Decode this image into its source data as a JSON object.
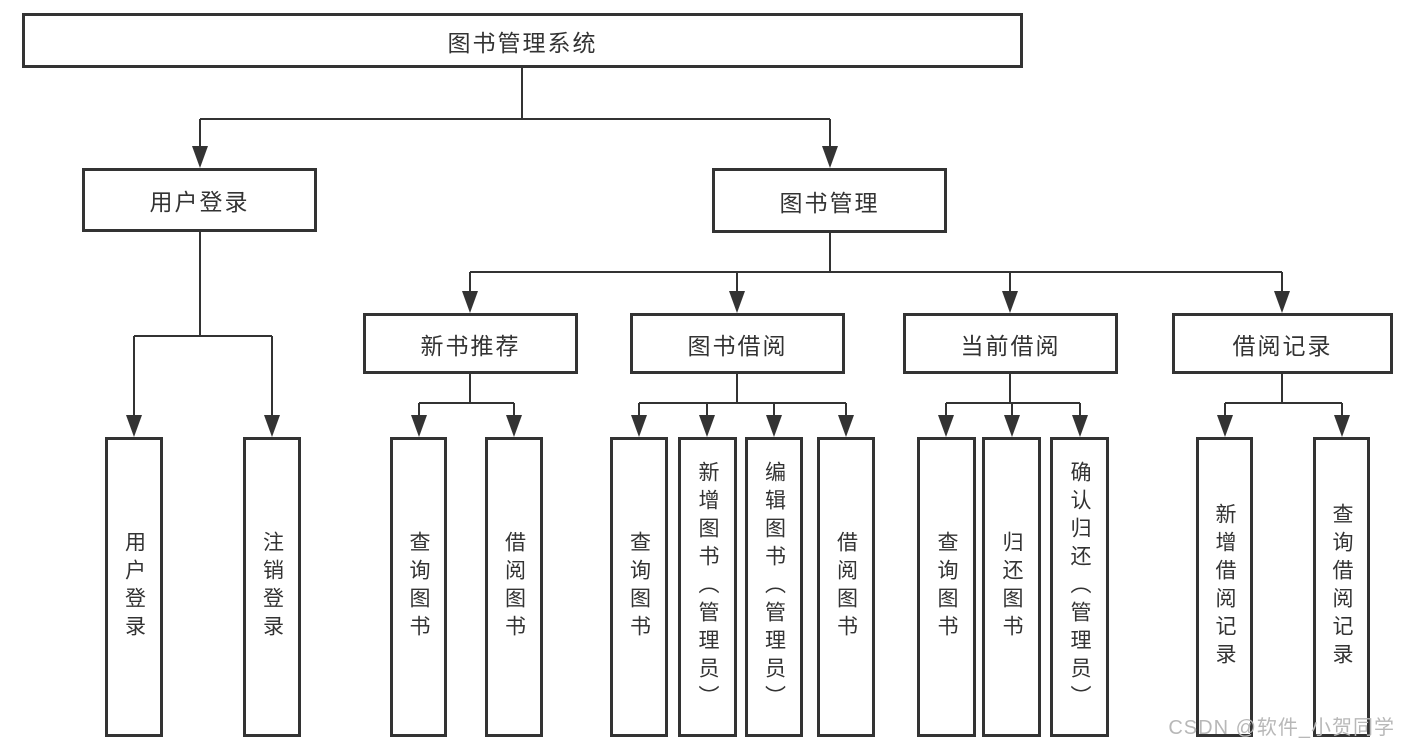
{
  "diagram": {
    "title": "图书管理系统",
    "root": {
      "label": "图书管理系统"
    },
    "level2": [
      {
        "label": "用户登录"
      },
      {
        "label": "图书管理"
      }
    ],
    "level3": [
      {
        "label": "新书推荐"
      },
      {
        "label": "图书借阅"
      },
      {
        "label": "当前借阅"
      },
      {
        "label": "借阅记录"
      }
    ],
    "leaves": {
      "user_login": [
        "用户登录",
        "注销登录"
      ],
      "new_book": [
        "查询图书",
        "借阅图书"
      ],
      "book_borrow": [
        "查询图书",
        "新增图书（管理员）",
        "编辑图书（管理员）",
        "借阅图书"
      ],
      "current_borrow": [
        "查询图书",
        "归还图书",
        "确认归还（管理员）"
      ],
      "borrow_record": [
        "新增借阅记录",
        "查询借阅记录"
      ]
    }
  },
  "watermark": {
    "text": "CSDN @软件_小贺同学",
    "color": "#b8b8b8"
  },
  "colors": {
    "line": "#333333",
    "text": "#333333",
    "background": "#ffffff"
  }
}
